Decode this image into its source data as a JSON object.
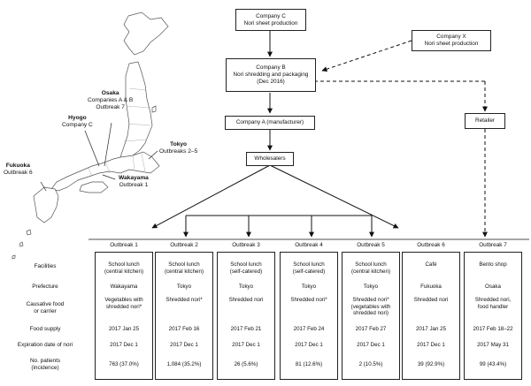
{
  "map": {
    "osaka": {
      "name": "Osaka",
      "line1": "Companies A & B",
      "line2": "Outbreak 7"
    },
    "hyogo": {
      "name": "Hyogo",
      "line1": "Company C"
    },
    "tokyo": {
      "name": "Tokyo",
      "line1": "Outbreaks 2–5"
    },
    "fukuoka": {
      "name": "Fukuoka",
      "line1": "Outbreak 6"
    },
    "wakayama": {
      "name": "Wakayama",
      "line1": "Outbreak 1"
    }
  },
  "flow": {
    "company_c": {
      "line1": "Company C",
      "line2": "Nori sheet production"
    },
    "company_x": {
      "line1": "Company X",
      "line2": "Nori sheet production"
    },
    "company_b": {
      "line1": "Company B",
      "line2": "Nori shredding and packaging",
      "line3": "(Dec 2016)"
    },
    "company_a": {
      "line1": "Company A (manufacturer)"
    },
    "wholesalers": {
      "line1": "Wholesalers"
    },
    "retailer": {
      "line1": "Retailer"
    }
  },
  "row_labels": {
    "facilities": "Facilities",
    "prefecture": "Prefecture",
    "causative1": "Causative food",
    "causative2": "or carrier",
    "food_supply": "Food supply",
    "expiration": "Expiration date of nori",
    "patients1": "No. patients",
    "patients2": "(incidence)"
  },
  "outbreaks": [
    {
      "title": "Outbreak 1",
      "facility1": "School lunch",
      "facility2": "(central kitchen)",
      "prefecture": "Wakayama",
      "food1": "Vegetables with",
      "food2": "shredded nori*",
      "food3": "",
      "supply": "2017 Jan 25",
      "expiry": "2017 Dec 1",
      "patients": "763 (37.0%)"
    },
    {
      "title": "Outbreak 2",
      "facility1": "School lunch",
      "facility2": "(central kitchen)",
      "prefecture": "Tokyo",
      "food1": "Shredded nori*",
      "food2": "",
      "food3": "",
      "supply": "2017 Feb 16",
      "expiry": "2017 Dec 1",
      "patients": "1,084 (35.2%)"
    },
    {
      "title": "Outbreak 3",
      "facility1": "School lunch",
      "facility2": "(self-catered)",
      "prefecture": "Tokyo",
      "food1": "Shredded nori",
      "food2": "",
      "food3": "",
      "supply": "2017 Feb 21",
      "expiry": "2017 Dec 1",
      "patients": "26 (5.6%)"
    },
    {
      "title": "Outbreak 4",
      "facility1": "School lunch",
      "facility2": "(self-catered)",
      "prefecture": "Tokyo",
      "food1": "Shredded nori*",
      "food2": "",
      "food3": "",
      "supply": "2017 Feb 24",
      "expiry": "2017 Dec 1",
      "patients": "81 (12.6%)"
    },
    {
      "title": "Outbreak 5",
      "facility1": "School lunch",
      "facility2": "(central kitchen)",
      "prefecture": "Tokyo",
      "food1": "Shredded nori*",
      "food2": "(vegetables with",
      "food3": "shredded nori)",
      "supply": "2017 Feb 27",
      "expiry": "2017 Dec 1",
      "patients": "2 (10.5%)"
    },
    {
      "title": "Outbreak 6",
      "facility1": "Café",
      "facility2": "",
      "prefecture": "Fukuoka",
      "food1": "Shredded nori",
      "food2": "",
      "food3": "",
      "supply": "2017 Jan 25",
      "expiry": "2017 Dec 1",
      "patients": "39 (92.9%)"
    },
    {
      "title": "Outbreak 7",
      "facility1": "Bento shop",
      "facility2": "",
      "prefecture": "Osaka",
      "food1": "Shredded nori,",
      "food2": "food handler",
      "food3": "",
      "supply": "2017 Feb 18–22",
      "expiry": "2017 May 31",
      "patients": "99 (43.4%)"
    }
  ]
}
